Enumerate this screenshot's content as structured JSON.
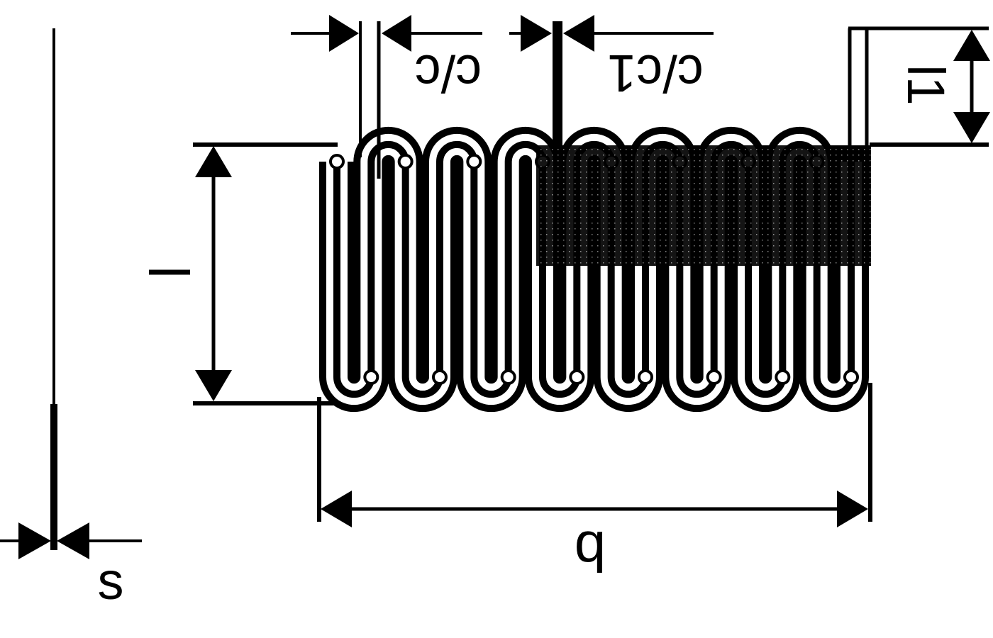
{
  "diagram": {
    "labels": {
      "thickness": "s",
      "length": "l",
      "width": "b",
      "pitch": "c/c",
      "pitch_secondary": "c/c1",
      "top_length": "l1"
    },
    "colors": {
      "ink": "#000000",
      "paper": "#ffffff"
    },
    "loop_count": 8
  }
}
